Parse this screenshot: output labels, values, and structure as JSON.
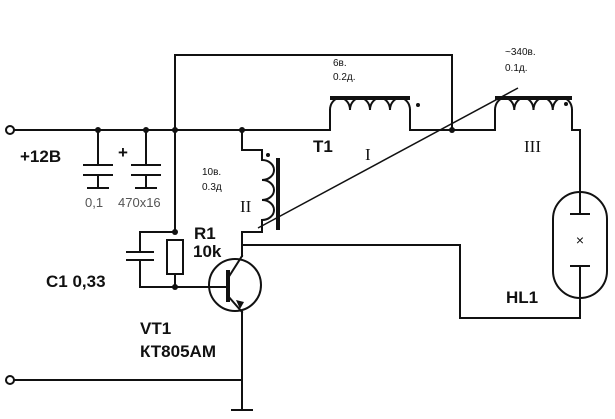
{
  "labels": {
    "supply": "+12В",
    "c_small_value": "0,1",
    "c_large_value": "470х16",
    "c_plus_sign": "+",
    "transformer": "T1",
    "winding1_spec_line1": "6в.",
    "winding1_spec_line2": "0.2д.",
    "winding2_spec_line1": "10в.",
    "winding2_spec_line2": "0.3д",
    "winding3_spec_line1": "~340в.",
    "winding3_spec_line2": "0.1д.",
    "winding1_numeral": "I",
    "winding2_numeral": "II",
    "winding3_numeral": "III",
    "r1_name": "R1",
    "r1_value": "10k",
    "c1": "С1 0,33",
    "vt1_name": "VT1",
    "vt1_part": "КТ805АМ",
    "lamp": "HL1",
    "lamp_mark": "×"
  }
}
